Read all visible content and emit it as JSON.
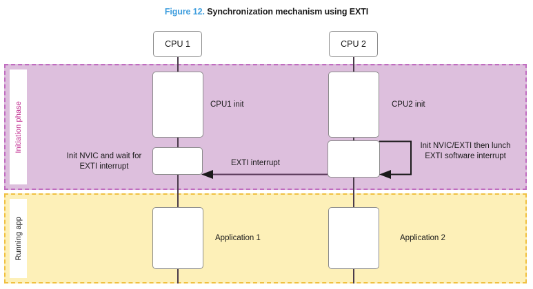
{
  "figure": {
    "number": "Figure 12.",
    "title": "Synchronization mechanism using EXTI",
    "number_color": "#3f9ede",
    "title_color": "#1a1a1a"
  },
  "phases": [
    {
      "id": "initiation",
      "label": "Initiation phase",
      "band_color": "#ddbfdd",
      "border_color": "#c06cc0",
      "label_color": "#c0298f"
    },
    {
      "id": "running",
      "label": "Running app",
      "band_color": "#fdf0b8",
      "border_color": "#f0c040",
      "label_color": "#1a1a1a"
    }
  ],
  "lifelines": [
    {
      "id": "cpu1",
      "header": "CPU 1"
    },
    {
      "id": "cpu2",
      "header": "CPU 2"
    }
  ],
  "activities": {
    "cpu1_init": "CPU1 init",
    "cpu2_init": "CPU2 init",
    "cpu1_wait": "Init NVIC and wait for EXTI interrupt",
    "cpu2_software": "Init NVIC/EXTI then lunch EXTI software interrupt",
    "application_1": "Application 1",
    "application_2": "Application 2"
  },
  "messages": [
    {
      "id": "exti-interrupt",
      "label": "EXTI interrupt",
      "from": "cpu2",
      "to": "cpu1",
      "direction": "right-to-left",
      "color": "#5b3a5b"
    },
    {
      "id": "cpu2-self-interrupt",
      "label": "",
      "from": "cpu2",
      "to": "cpu2",
      "direction": "self-loop",
      "color": "#1a1a1a"
    }
  ]
}
